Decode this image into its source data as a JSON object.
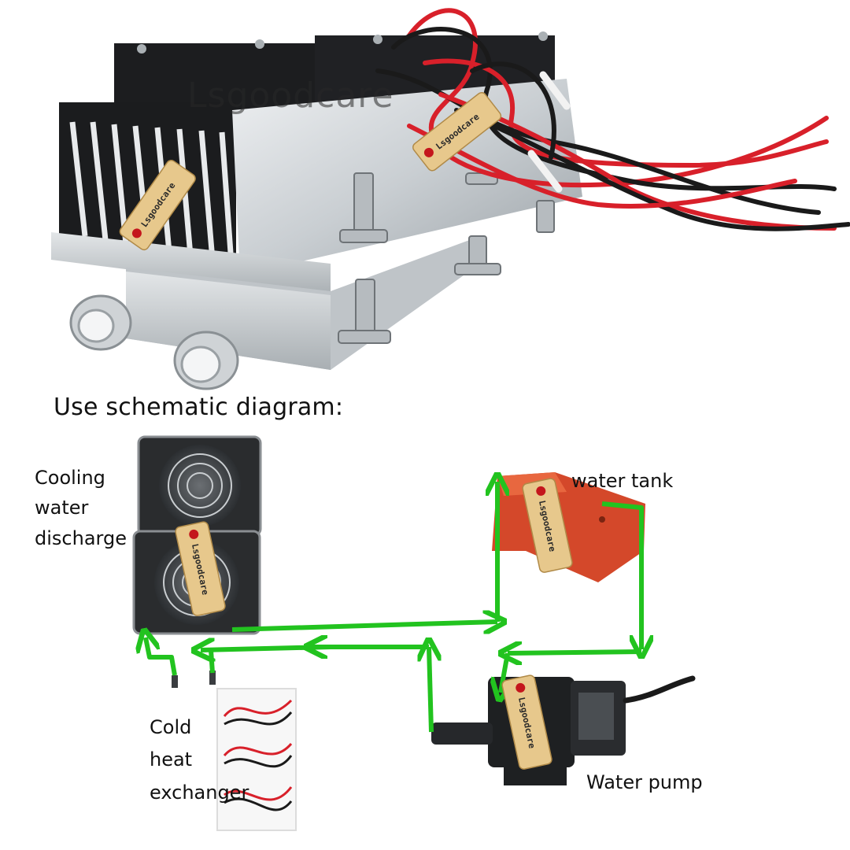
{
  "watermark": "Lsgoodcare",
  "heading": "Use schematic diagram:",
  "labels": {
    "cooling": [
      "Cooling",
      "water",
      "discharge"
    ],
    "tank": "water tank",
    "cold": [
      "Cold",
      "heat",
      "exchanger"
    ],
    "pump": "Water pump"
  },
  "tag_text": "Lsgoodcare",
  "colors": {
    "flow_arrow": "#22c31f",
    "tank": "#d4482a",
    "tag": "#e7c88c",
    "wire_red": "#d8202a",
    "wire_black": "#1a1a1a",
    "aluminum": "#cfd3d6"
  }
}
